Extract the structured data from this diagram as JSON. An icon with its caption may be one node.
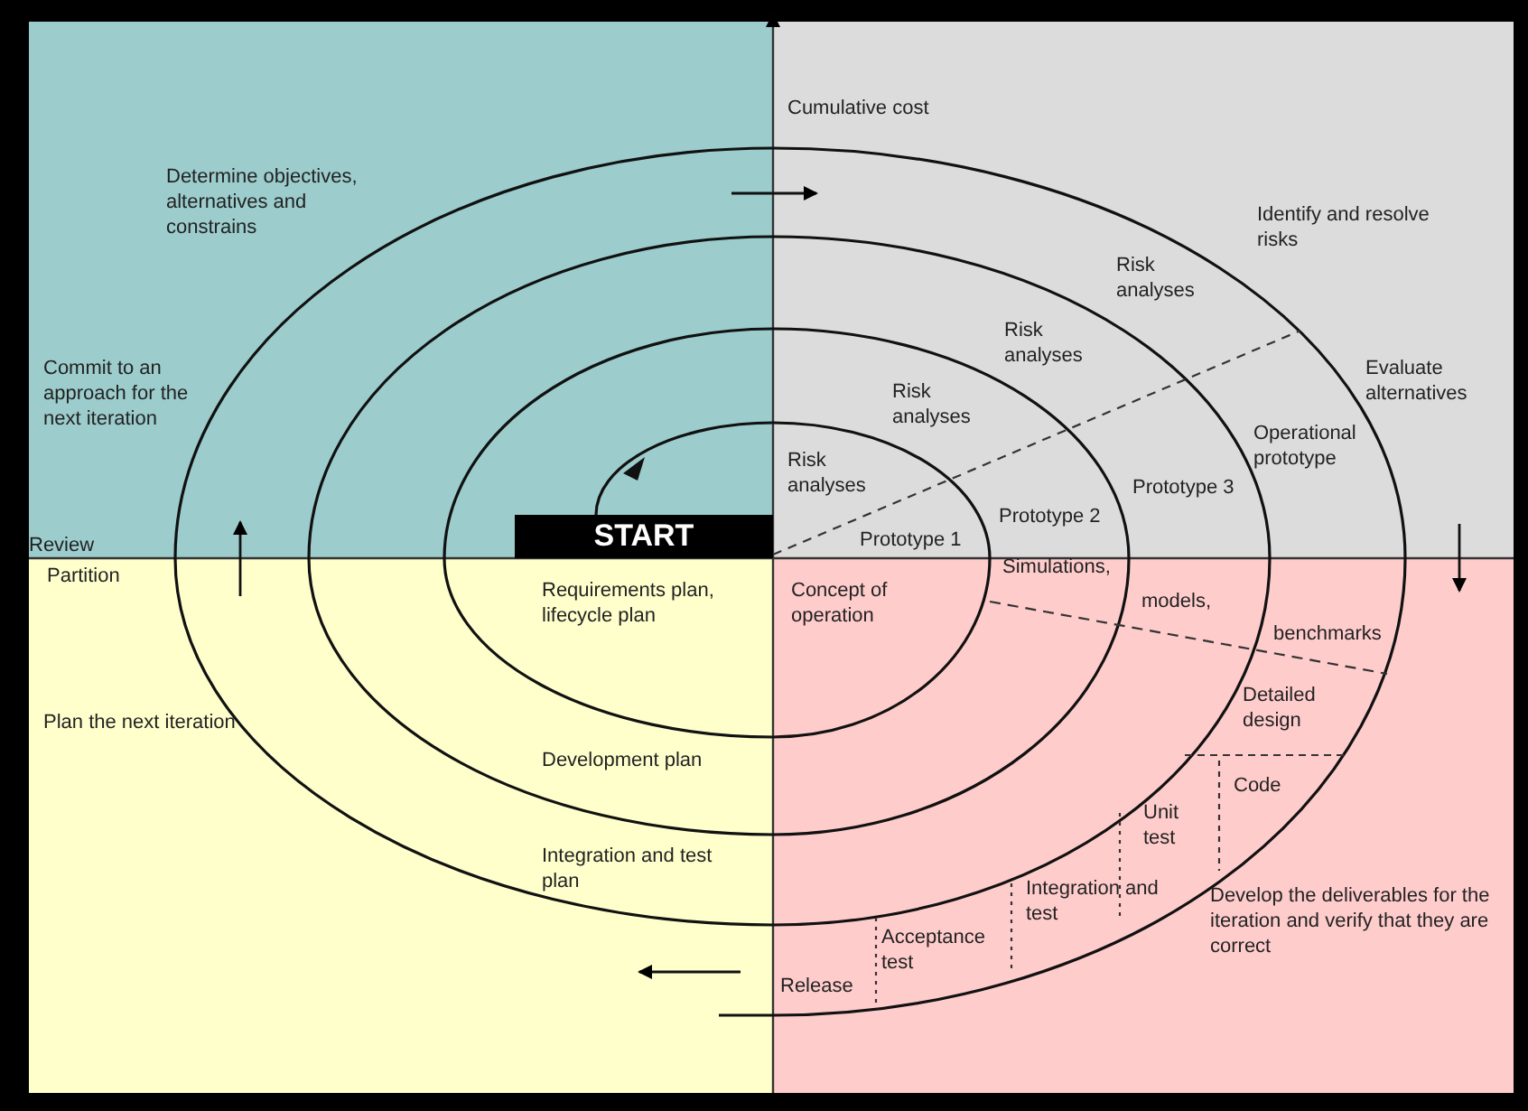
{
  "diagram": {
    "nodes": [
      {
        "text": [
          "START"
        ]
      }
    ],
    "labels": [
      "Cumulative cost",
      "Determine objectives, alternatives and constrains",
      "Identify and resolve risks",
      "Risk analyses",
      "Risk analyses",
      "Evaluate alternatives",
      "Risk analyses",
      "Commit to an approach for the next iteration",
      "Operational prototype",
      "Risk analyses",
      "Prototype 3",
      "Prototype 2",
      "Prototype 1",
      "Review",
      "Partition",
      "Requirements plan, lifecycle plan",
      "Concept of operation",
      "Simulations,",
      "models,",
      "benchmarks",
      "Detailed design",
      "Plan the next iteration",
      "Development plan",
      "Code",
      "Unit test",
      "Integration and test plan",
      "Integration and test",
      "Develop the deliverables for the iteration and verify that they are correct",
      "Acceptance test",
      "Release"
    ]
  }
}
